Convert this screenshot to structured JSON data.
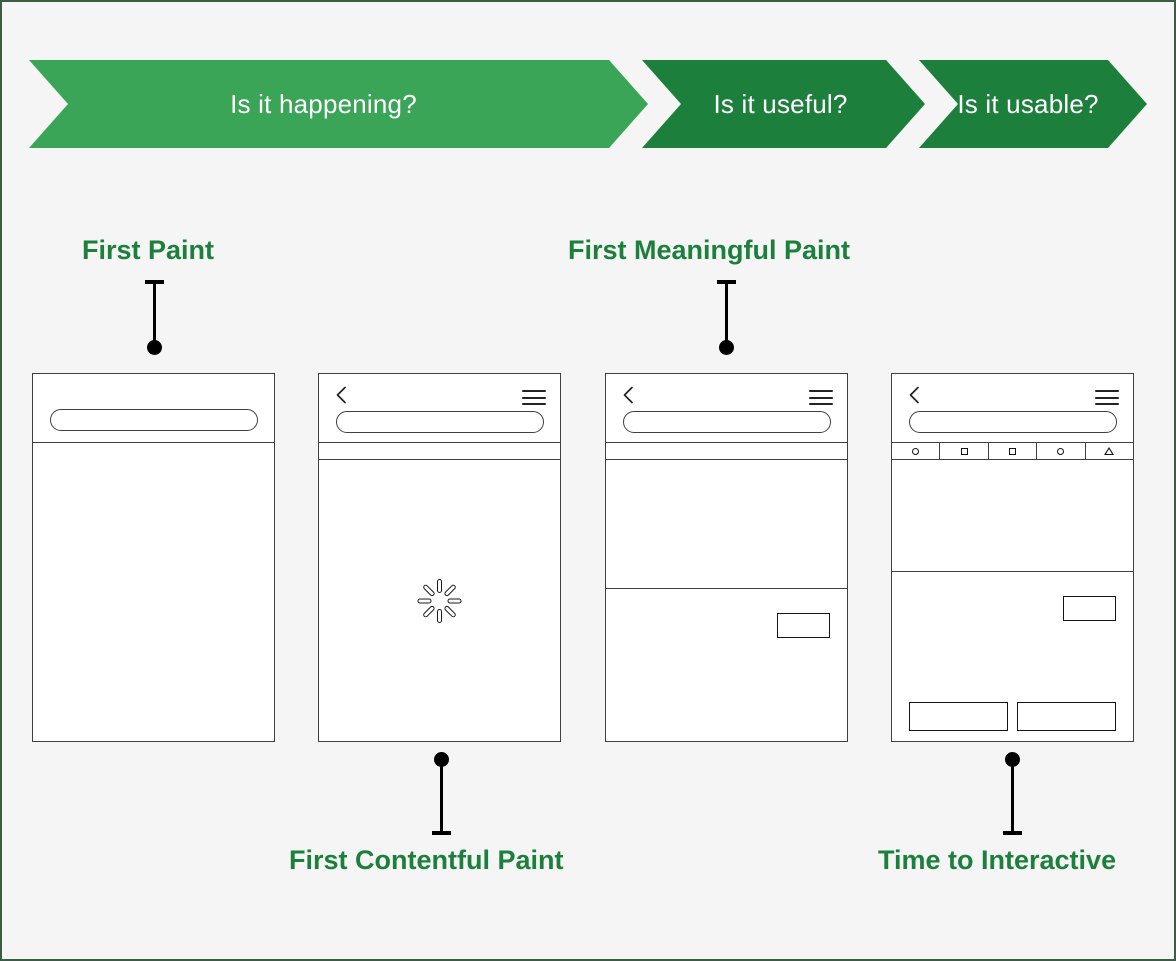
{
  "theme": {
    "accent_light": "#3aa457",
    "accent_dark": "#1d7f3c",
    "label_green": "#1d7f3c",
    "page_bg": "#f4f5f4",
    "frame": "#3d5c46",
    "wire_stroke": "#3f3f3f"
  },
  "banner": {
    "stages": [
      {
        "label": "Is it happening?",
        "color": "#3aa457"
      },
      {
        "label": "Is it useful?",
        "color": "#1d7f3c"
      },
      {
        "label": "Is it usable?",
        "color": "#1d7f3c"
      }
    ]
  },
  "metrics": [
    {
      "id": "first-paint",
      "label": "First Paint",
      "position": "above",
      "phase": "Is it happening?"
    },
    {
      "id": "first-contentful-paint",
      "label": "First Contentful Paint",
      "position": "below",
      "phase": "Is it happening?"
    },
    {
      "id": "first-meaningful-paint",
      "label": "First Meaningful Paint",
      "position": "above",
      "phase": "Is it useful?"
    },
    {
      "id": "time-to-interactive",
      "label": "Time to Interactive",
      "position": "below",
      "phase": "Is it usable?"
    }
  ],
  "phones": [
    {
      "id": "phone-first-paint",
      "metric": "First Paint",
      "chrome": {
        "has_back": false,
        "has_menu": false,
        "has_url_pill": true
      },
      "has_strip": false,
      "has_icon_toolbar": false,
      "body": {
        "spinner": false,
        "content": false,
        "actions": false
      }
    },
    {
      "id": "phone-first-contentful-paint",
      "metric": "First Contentful Paint",
      "chrome": {
        "has_back": true,
        "has_menu": true,
        "has_url_pill": true
      },
      "has_strip": true,
      "has_icon_toolbar": false,
      "body": {
        "spinner": true,
        "content": false,
        "actions": false
      }
    },
    {
      "id": "phone-first-meaningful-paint",
      "metric": "First Meaningful Paint",
      "chrome": {
        "has_back": true,
        "has_menu": true,
        "has_url_pill": true
      },
      "has_strip": true,
      "has_icon_toolbar": false,
      "body": {
        "spinner": false,
        "content": true,
        "actions": false
      }
    },
    {
      "id": "phone-time-to-interactive",
      "metric": "Time to Interactive",
      "chrome": {
        "has_back": true,
        "has_menu": true,
        "has_url_pill": true
      },
      "has_strip": false,
      "has_icon_toolbar": true,
      "toolbar_icons": [
        "circle",
        "square",
        "square",
        "circle",
        "triangle"
      ],
      "body": {
        "spinner": false,
        "content": true,
        "actions": true
      }
    }
  ],
  "icons": {
    "back": "back-chevron-icon",
    "menu": "hamburger-menu-icon",
    "url": "url-bar",
    "spinner": "loading-spinner-icon"
  }
}
